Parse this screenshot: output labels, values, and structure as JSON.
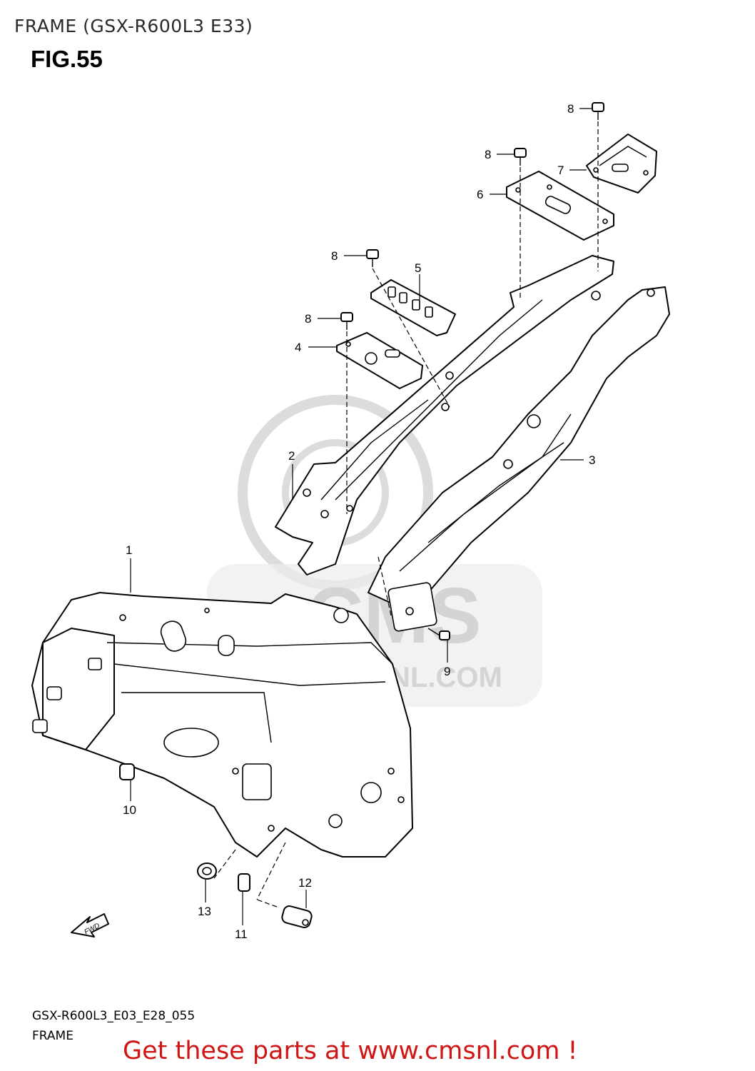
{
  "header": {
    "title": "FRAME (GSX-R600L3 E33)",
    "figure": "FIG.55"
  },
  "footer": {
    "diagram_code": "GSX-R600L3_E03_E28_055",
    "diagram_name": "FRAME",
    "cta": "Get these parts at www.cmsnl.com !"
  },
  "watermark": {
    "brand": "CMS",
    "url": "WWW.CMSNL.COM"
  },
  "forward_marker": "FWD",
  "callouts": {
    "c1": "1",
    "c2": "2",
    "c3": "3",
    "c4": "4",
    "c5": "5",
    "c6": "6",
    "c7": "7",
    "c8a": "8",
    "c8b": "8",
    "c8c": "8",
    "c8d": "8",
    "c9": "9",
    "c10": "10",
    "c11": "11",
    "c12": "12",
    "c13": "13"
  },
  "colors": {
    "cta": "#d01515",
    "line": "#000000",
    "watermark": "#d4d4d4"
  }
}
